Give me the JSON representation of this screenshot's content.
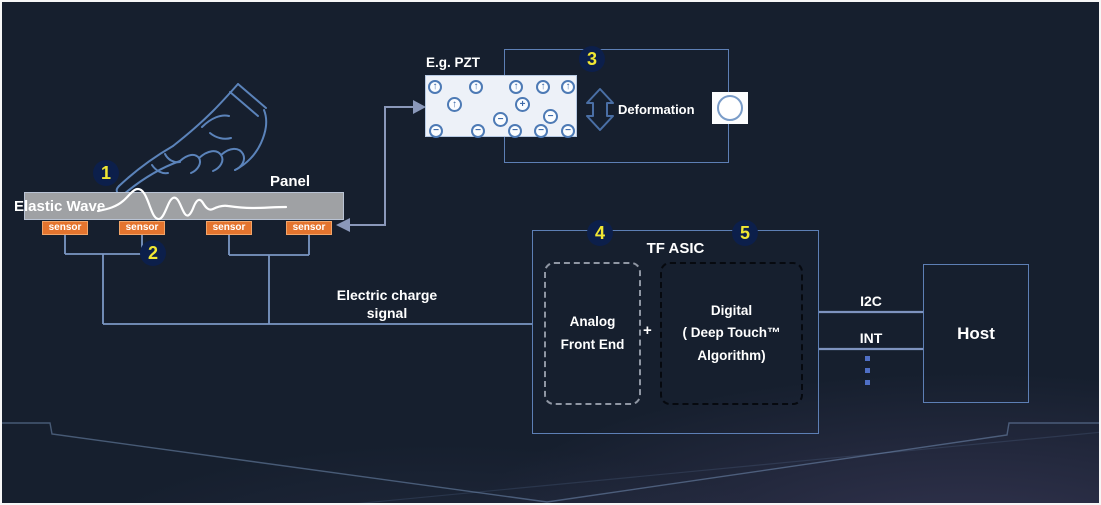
{
  "steps": {
    "s1": "1",
    "s2": "2",
    "s3": "3",
    "s4": "4",
    "s5": "5"
  },
  "touch": {
    "panel_label": "Panel",
    "elastic_wave_label": "Elastic Wave",
    "sensors": [
      "sensor",
      "sensor",
      "sensor",
      "sensor"
    ]
  },
  "pzt": {
    "title": "E.g. PZT",
    "deformation_label": "Deformation",
    "symbols": {
      "dipole": "↑",
      "positive": "+",
      "negative": "−"
    }
  },
  "signal": {
    "line1": "Electric charge",
    "line2": "signal"
  },
  "asic": {
    "title": "TF ASIC",
    "analog_line1": "Analog",
    "analog_line2": "Front End",
    "plus": "+",
    "digital_line1": "Digital",
    "digital_line2": "( Deep Touch™",
    "digital_line3": "Algorithm)"
  },
  "host": {
    "label": "Host",
    "bus_i2c": "I2C",
    "bus_int": "INT"
  },
  "colors": {
    "background": "#161f2e",
    "accent_yellow": "#f1e733",
    "sensor_orange": "#e4742e",
    "line_blue": "#7b97c4",
    "box_border_blue": "#5d7fb5",
    "panel_gray": "#9fa1a4",
    "charge_blue": "#4d7ab5",
    "hand_blue": "#5b83ba",
    "text_white": "#ffffff"
  }
}
